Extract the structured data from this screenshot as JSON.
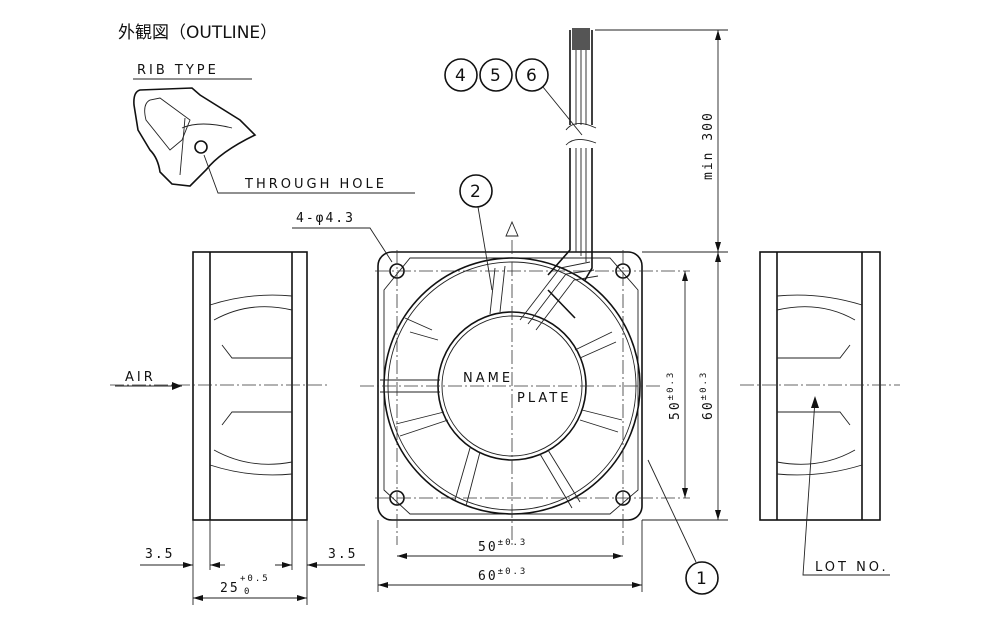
{
  "title": "外観図（OUTLINE）",
  "rib_type_label": "RIB TYPE",
  "through_hole_label": "THROUGH HOLE",
  "hole_spec": "4-φ4.3",
  "air_label": "AIR",
  "name_label": "NAME",
  "plate_label": "PLATE",
  "lot_label": "LOT NO.",
  "lead_length": "min 300",
  "dimensions": {
    "hole_pitch_h": "50",
    "hole_pitch_h_tol": "±0.3",
    "width": "60",
    "width_tol": "±0.3",
    "hole_pitch_v": "50",
    "hole_pitch_v_tol": "±0.3",
    "height": "60",
    "height_tol": "±0.3",
    "rib_left": "3.5",
    "rib_right": "3.5",
    "depth": "25",
    "depth_tol_plus": "+0.5",
    "depth_tol_minus": "0"
  },
  "balloons": [
    "1",
    "2",
    "4",
    "5",
    "6"
  ]
}
